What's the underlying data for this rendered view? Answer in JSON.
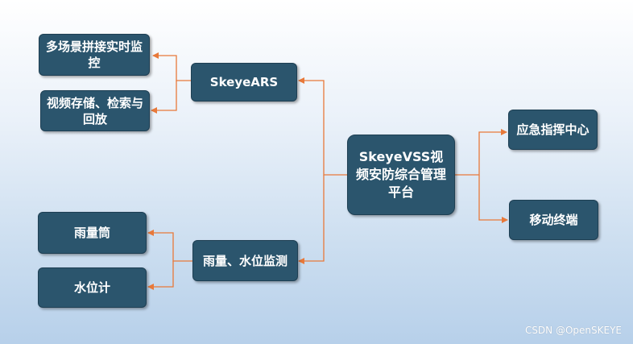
{
  "diagram": {
    "center": {
      "label": "SkeyeVSS视频安防综合管理平台"
    },
    "nodes": {
      "ars": {
        "label": "SkeyeARS"
      },
      "multi_scene": {
        "label": "多场景拼接实时监控"
      },
      "storage": {
        "label": "视频存储、检索与回放"
      },
      "rain_water": {
        "label": "雨量、水位监测"
      },
      "rain_gauge": {
        "label": "雨量筒"
      },
      "water_gauge": {
        "label": "水位计"
      },
      "command": {
        "label": "应急指挥中心"
      },
      "mobile": {
        "label": "移动终端"
      }
    },
    "colors": {
      "node_fill": "#2b556d",
      "connector": "#e8793a",
      "text": "#ffffff"
    }
  },
  "watermark": {
    "text": "CSDN @OpenSKEYE"
  }
}
